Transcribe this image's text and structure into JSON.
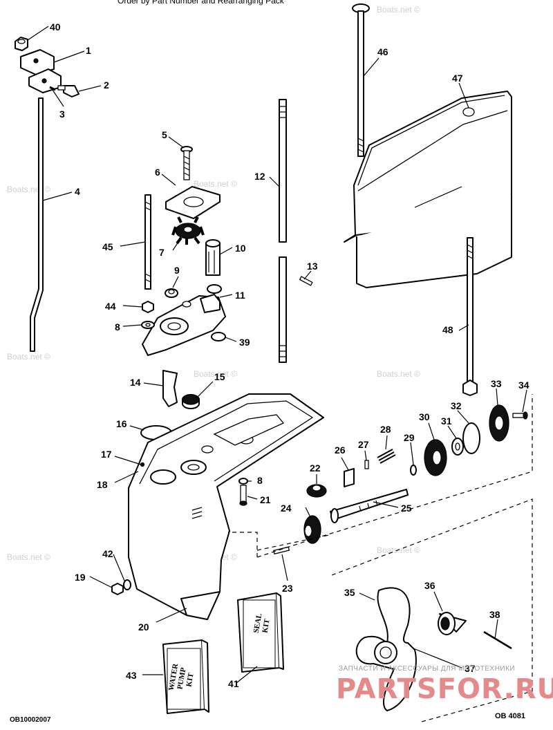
{
  "header_text": "Order by Part Number and Rearranging Pack",
  "doc_code_left": "OB10002007",
  "doc_code_right": "OB   4081",
  "brand_line": "ЗАПЧАСТИ И АКСЕССУАРЫ ДЛЯ МОТОТЕХНИКИ",
  "brand_logo": "PARTSFOR.RU",
  "watermark": "Boats.net ©",
  "seal_kit_label": [
    "SEAL",
    "KIT"
  ],
  "water_pump_kit_label": [
    "WATER",
    "PUMP",
    "KIT"
  ],
  "callouts": {
    "c1": "1",
    "c2": "2",
    "c3": "3",
    "c4": "4",
    "c5": "5",
    "c6": "6",
    "c7": "7",
    "c8a": "8",
    "c8b": "8",
    "c9": "9",
    "c10": "10",
    "c11": "11",
    "c12": "12",
    "c13": "13",
    "c14": "14",
    "c15": "15",
    "c16": "16",
    "c17": "17",
    "c18": "18",
    "c19": "19",
    "c20": "20",
    "c21": "21",
    "c22": "22",
    "c23": "23",
    "c24": "24",
    "c25": "25",
    "c26": "26",
    "c27": "27",
    "c28": "28",
    "c29": "29",
    "c30": "30",
    "c31": "31",
    "c32": "32",
    "c33": "33",
    "c34": "34",
    "c35": "35",
    "c36": "36",
    "c37": "37",
    "c38": "38",
    "c39": "39",
    "c40": "40",
    "c41": "41",
    "c42": "42",
    "c43": "43",
    "c44": "44",
    "c45": "45",
    "c46": "46",
    "c47": "47",
    "c48": "48"
  }
}
